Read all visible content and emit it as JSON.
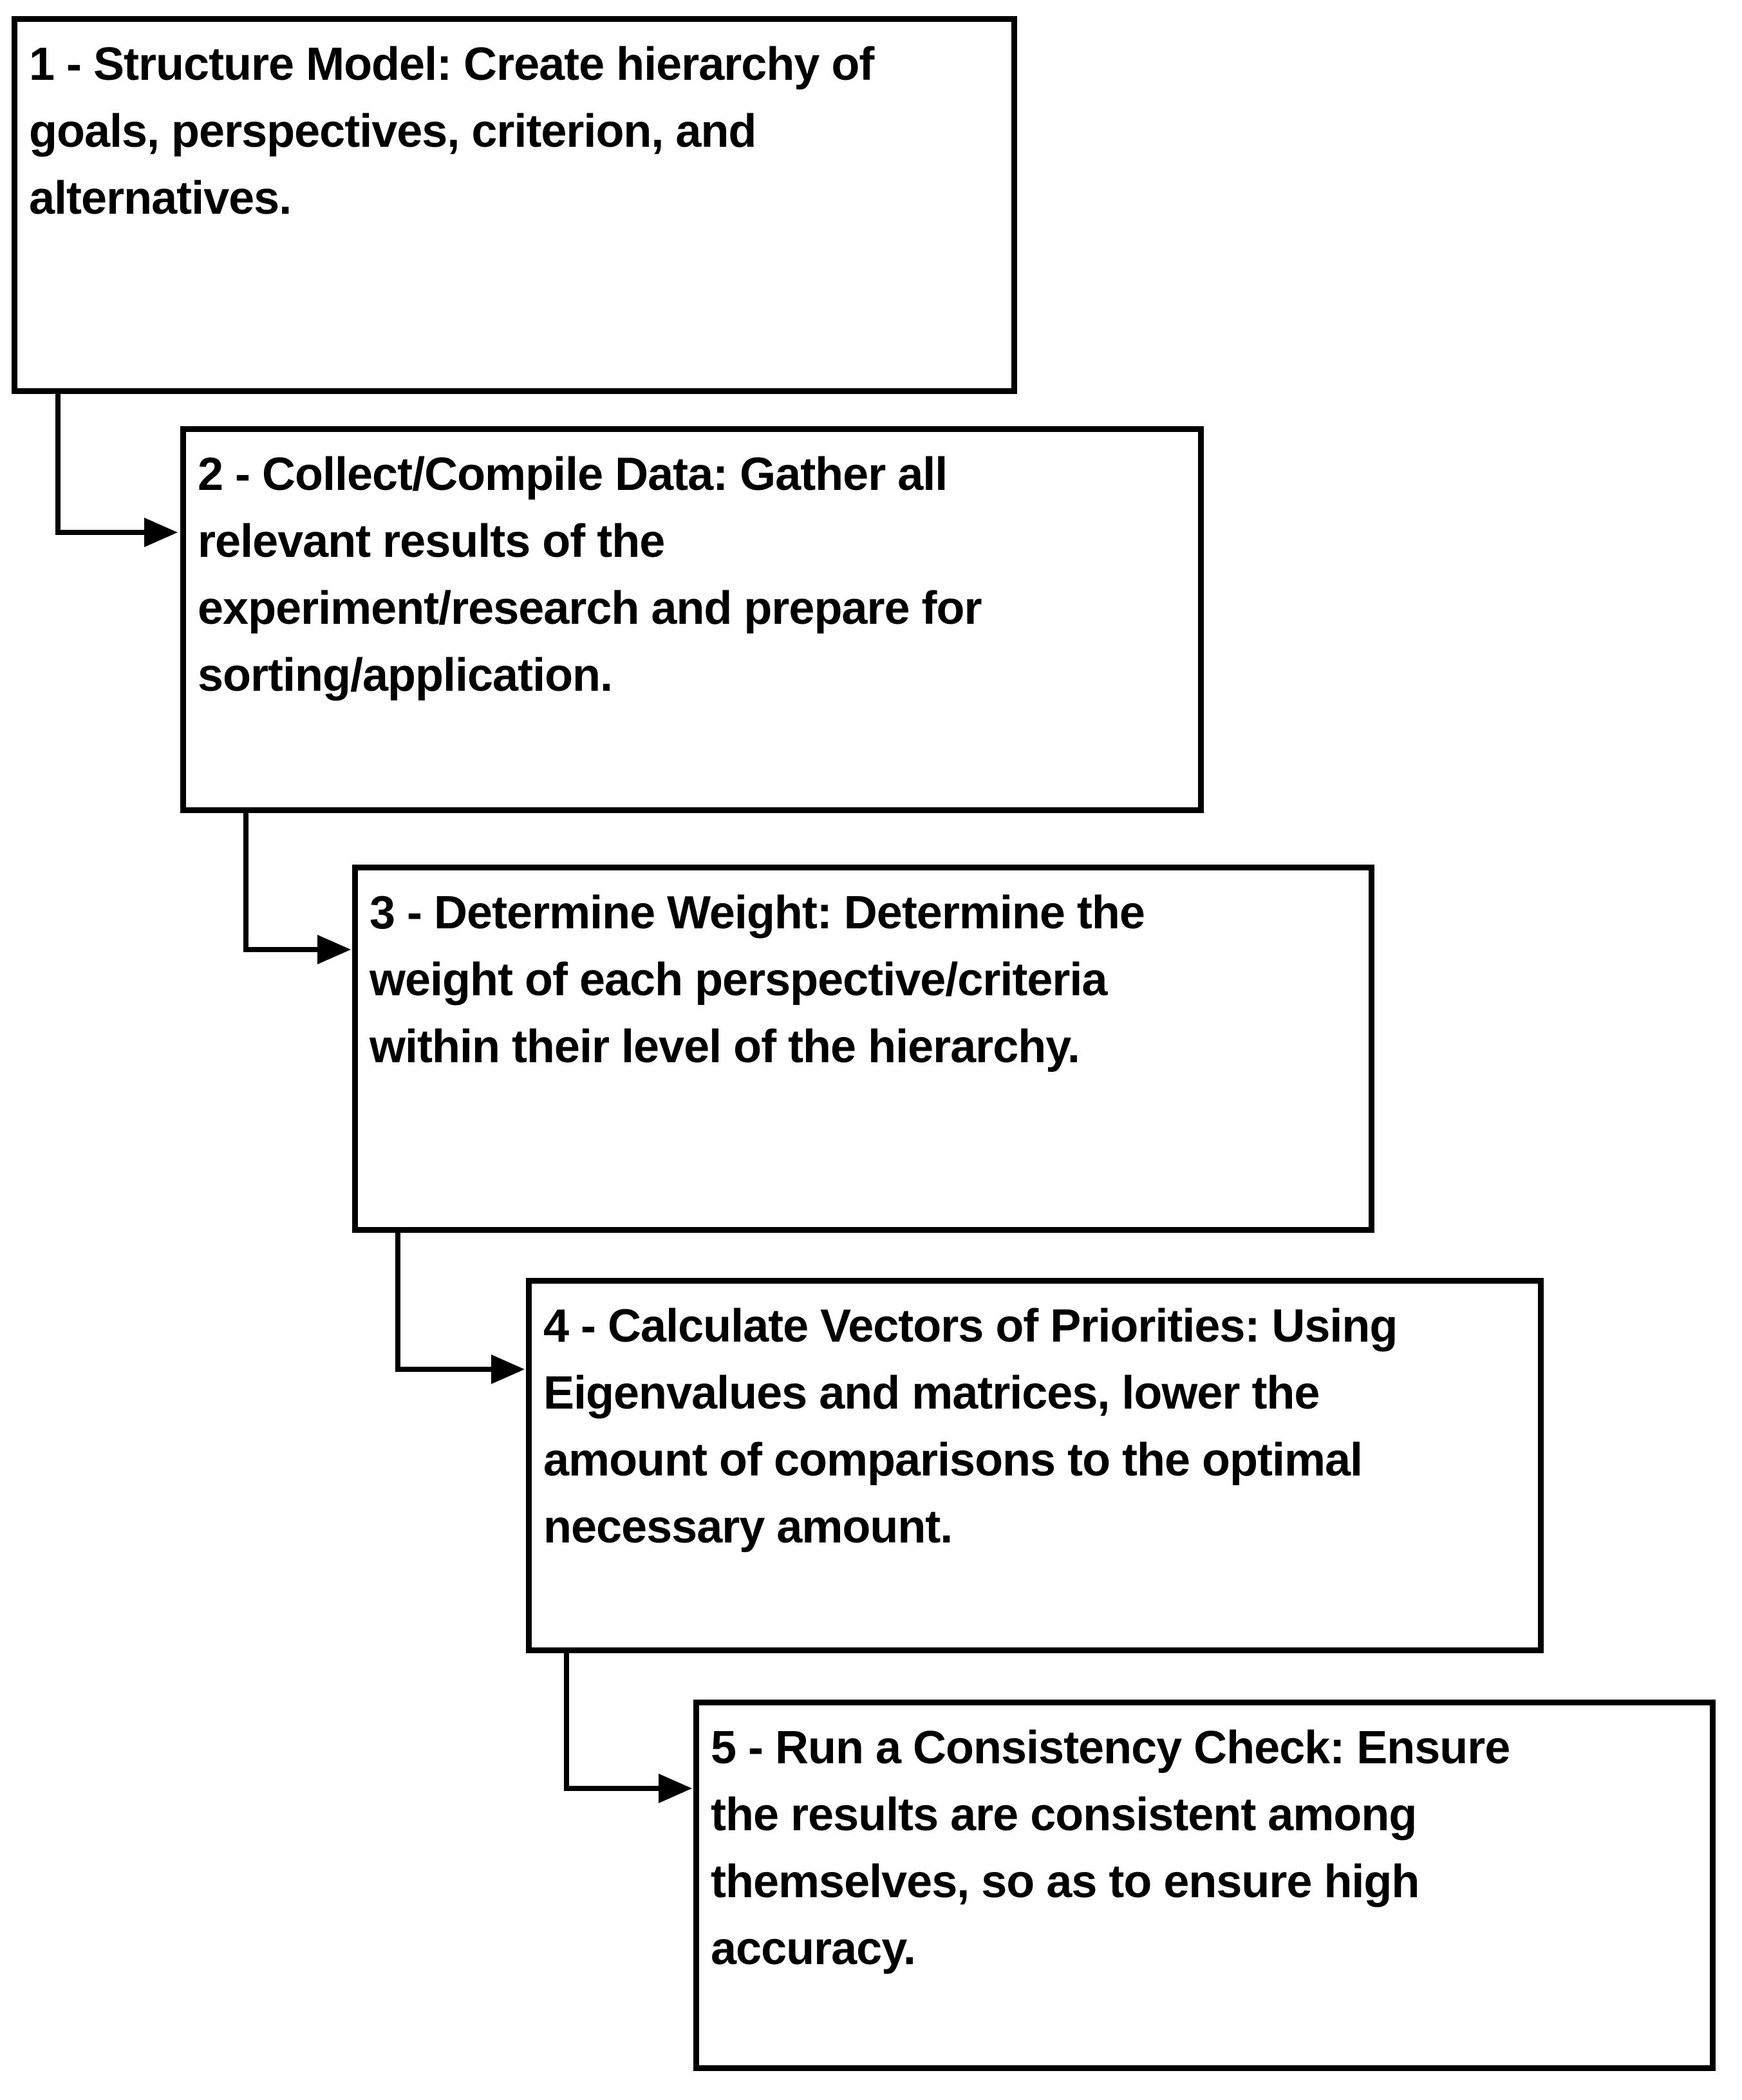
{
  "diagram": {
    "type": "flowchart",
    "colors": {
      "background": "#ffffff",
      "box_fill": "#ffffff",
      "box_border": "#000000",
      "text": "#000000",
      "connector": "#000000"
    },
    "steps": [
      {
        "id": "1",
        "label": "1 - Structure Model: Create hierarchy of\ngoals, perspectives, criterion, and\nalternatives."
      },
      {
        "id": "2",
        "label": "2 - Collect/Compile Data: Gather all\nrelevant results of the\nexperiment/research and prepare for\nsorting/application."
      },
      {
        "id": "3",
        "label": "3 - Determine Weight: Determine the\nweight of each perspective/criteria\nwithin their level of the hierarchy."
      },
      {
        "id": "4",
        "label": "4 - Calculate Vectors of Priorities: Using\nEigenvalues and matrices, lower the\namount of comparisons to the optimal\nnecessary amount."
      },
      {
        "id": "5",
        "label": "5 - Run a Consistency Check: Ensure\nthe results are consistent among\nthemselves, so as to ensure high\naccuracy."
      }
    ]
  }
}
